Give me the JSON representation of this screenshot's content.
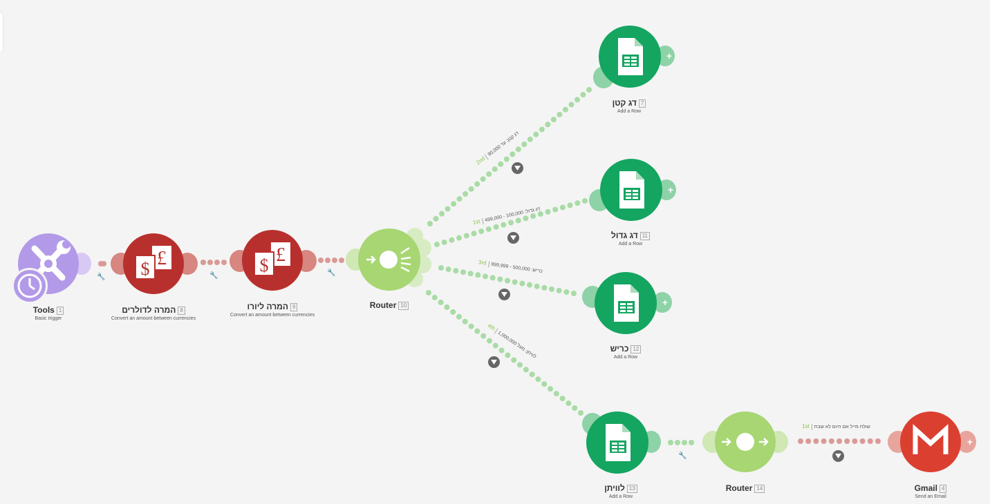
{
  "modules": [
    {
      "key": "tools",
      "title": "Tools",
      "id": "1",
      "subtitle": "Basic trigger",
      "icon": "tools-icon"
    },
    {
      "key": "convert_dollars",
      "title": "המרה לדולרים",
      "id": "8",
      "subtitle": "Convert an amount between currencies",
      "icon": "currency-exchange-icon"
    },
    {
      "key": "convert_euro",
      "title": "המרה ליורו",
      "id": "9",
      "subtitle": "Convert an amount between currencies",
      "icon": "currency-exchange-icon"
    },
    {
      "key": "router1",
      "title": "Router",
      "id": "10",
      "subtitle": "",
      "icon": "router-icon"
    },
    {
      "key": "sheet_small",
      "title": "דג קטן",
      "id": "7",
      "subtitle": "Add a Row",
      "icon": "google-sheets-icon"
    },
    {
      "key": "sheet_big",
      "title": "דג גדול",
      "id": "11",
      "subtitle": "Add a Row",
      "icon": "google-sheets-icon"
    },
    {
      "key": "sheet_krish",
      "title": "כריש",
      "id": "12",
      "subtitle": "Add a Row",
      "icon": "google-sheets-icon"
    },
    {
      "key": "sheet_leviathan",
      "title": "לוויתן",
      "id": "13",
      "subtitle": "Add a Row",
      "icon": "google-sheets-icon"
    },
    {
      "key": "router2",
      "title": "Router",
      "id": "14",
      "subtitle": "",
      "icon": "router-icon"
    },
    {
      "key": "gmail",
      "title": "Gmail",
      "id": "4",
      "subtitle": "Send an Email",
      "icon": "gmail-icon"
    }
  ],
  "routes": [
    {
      "key": "r_small",
      "order": "2nd",
      "text": "דג קטן: עד 90,000"
    },
    {
      "key": "r_big",
      "order": "1st",
      "text": "דג גדול: 100,000 - 499,000"
    },
    {
      "key": "r_krish",
      "order": "3rd",
      "text": "כריש: 500,000 - 999,999"
    },
    {
      "key": "r_leviathan",
      "order": "4th",
      "text": "לוויתן: מעל 1,000,000"
    },
    {
      "key": "r_gmail",
      "order": "1st",
      "text": "שולח מייל אם היום לא שבת"
    }
  ],
  "colors": {
    "background": "#f4f4f4",
    "tools": "#b39ae8",
    "currency": "#b8302d",
    "router": "#a7d672",
    "sheets": "#14a561",
    "gmail": "#db3f30",
    "route_dots": "#a9dba6",
    "currency_dots": "#d99a96",
    "filter": "#666666"
  }
}
